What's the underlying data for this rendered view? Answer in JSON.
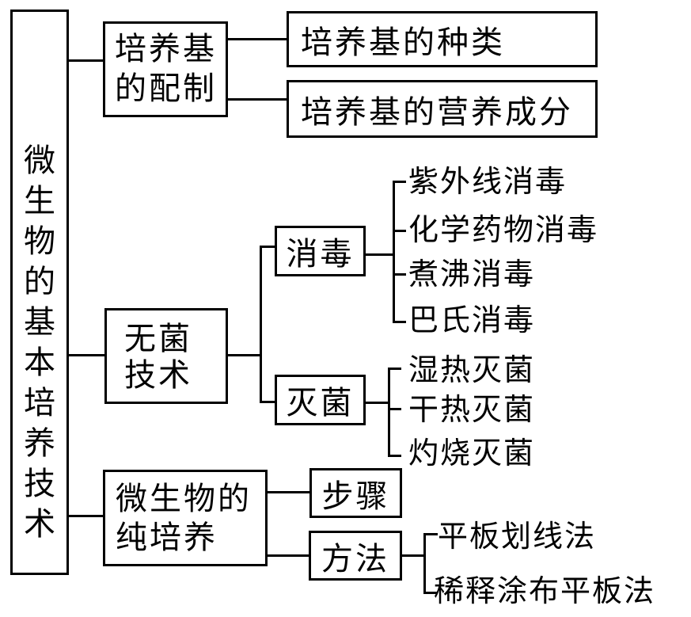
{
  "colors": {
    "background": "#ffffff",
    "line": "#000000",
    "text": "#000000"
  },
  "diagram": {
    "root_label": "微生物的基本培养技术",
    "medium_prep": {
      "line1": "培养基",
      "line2": "的配制"
    },
    "medium_types_label": "培养基的种类",
    "medium_nutrients_label": "培养基的营养成分",
    "aseptic": {
      "line1": "无菌",
      "line2": "技术"
    },
    "disinfection_label": "消毒",
    "disinfection_methods": [
      "紫外线消毒",
      "化学药物消毒",
      "煮沸消毒",
      "巴氏消毒"
    ],
    "sterilization_label": "灭菌",
    "sterilization_methods": [
      "湿热灭菌",
      "干热灭菌",
      "灼烧灭菌"
    ],
    "pure_culture": {
      "line1": "微生物的",
      "line2": "纯培养"
    },
    "steps_label": "步骤",
    "methods_label": "方法",
    "method_items": [
      "平板划线法",
      "稀释涂布平板法"
    ]
  }
}
